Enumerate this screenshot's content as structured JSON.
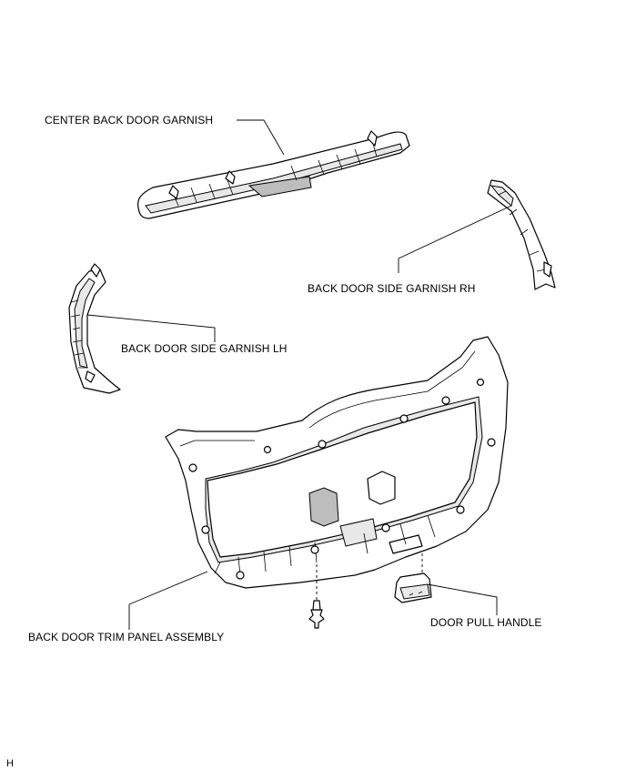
{
  "labels": {
    "center_garnish": "CENTER BACK DOOR GARNISH",
    "side_garnish_rh": "BACK DOOR SIDE GARNISH RH",
    "side_garnish_lh": "BACK DOOR SIDE GARNISH LH",
    "trim_panel": "BACK DOOR TRIM PANEL ASSEMBLY",
    "pull_handle": "DOOR PULL HANDLE"
  },
  "corner_mark": "H"
}
